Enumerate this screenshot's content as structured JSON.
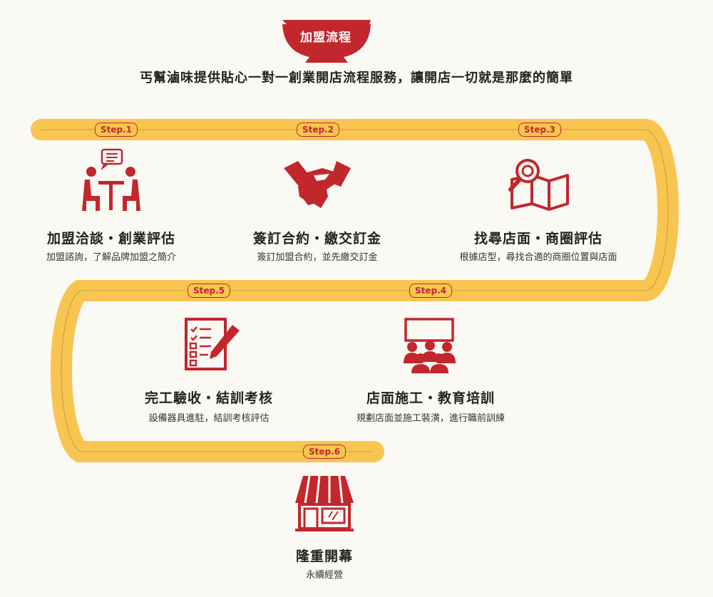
{
  "header": {
    "badge": "加盟流程",
    "subtitle": "丐幫滷味提供貼心一對一創業開店流程服務，讓開店一切就是那麼的簡單"
  },
  "steps": [
    {
      "tag": "Step.1",
      "title": "加盟洽談・創業評估",
      "desc": "加盟諮詢，了解品牌加盟之簡介",
      "icon": "meeting-icon"
    },
    {
      "tag": "Step.2",
      "title": "簽訂合約・繳交訂金",
      "desc": "簽訂加盟合約，並先繳交訂金",
      "icon": "handshake-icon"
    },
    {
      "tag": "Step.3",
      "title": "找尋店面・商圈評估",
      "desc": "根據店型，尋找合適的商圈位置與店面",
      "icon": "map-search-icon"
    },
    {
      "tag": "Step.4",
      "title": "店面施工・教育培訓",
      "desc": "規劃店面並施工裝潢，進行職前訓練",
      "icon": "training-icon"
    },
    {
      "tag": "Step.5",
      "title": "完工驗收・結訓考核",
      "desc": "設備器具進駐，結訓考核評估",
      "icon": "checklist-icon"
    },
    {
      "tag": "Step.6",
      "title": "隆重開幕",
      "desc": "永續經營",
      "icon": "storefront-icon"
    }
  ],
  "colors": {
    "accent": "#c1272d",
    "path": "#f8c550",
    "background": "#fbf9f4"
  }
}
